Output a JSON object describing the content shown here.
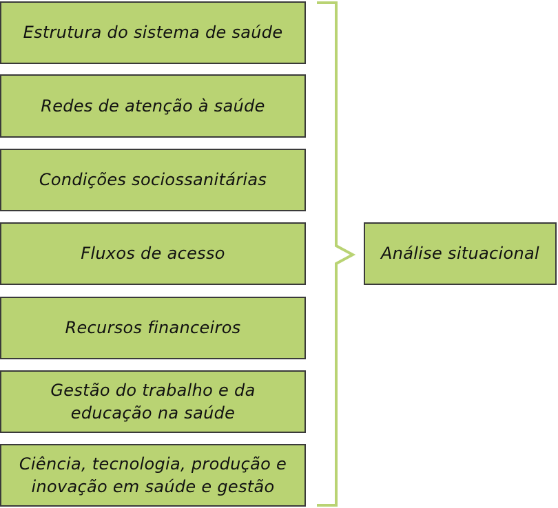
{
  "items": [
    "Estrutura do sistema de saúde",
    "Redes de atenção à saúde",
    "Condições sociossanitárias",
    "Fluxos de acesso",
    "Recursos financeiros",
    "Gestão do trabalho e da educação na saúde",
    "Ciência, tecnologia, produção e inovação em saúde e gestão"
  ],
  "result": "Análise situacional",
  "colors": {
    "fill": "#b9d373",
    "border": "#3a3a3a",
    "bracket": "#b9d373"
  }
}
